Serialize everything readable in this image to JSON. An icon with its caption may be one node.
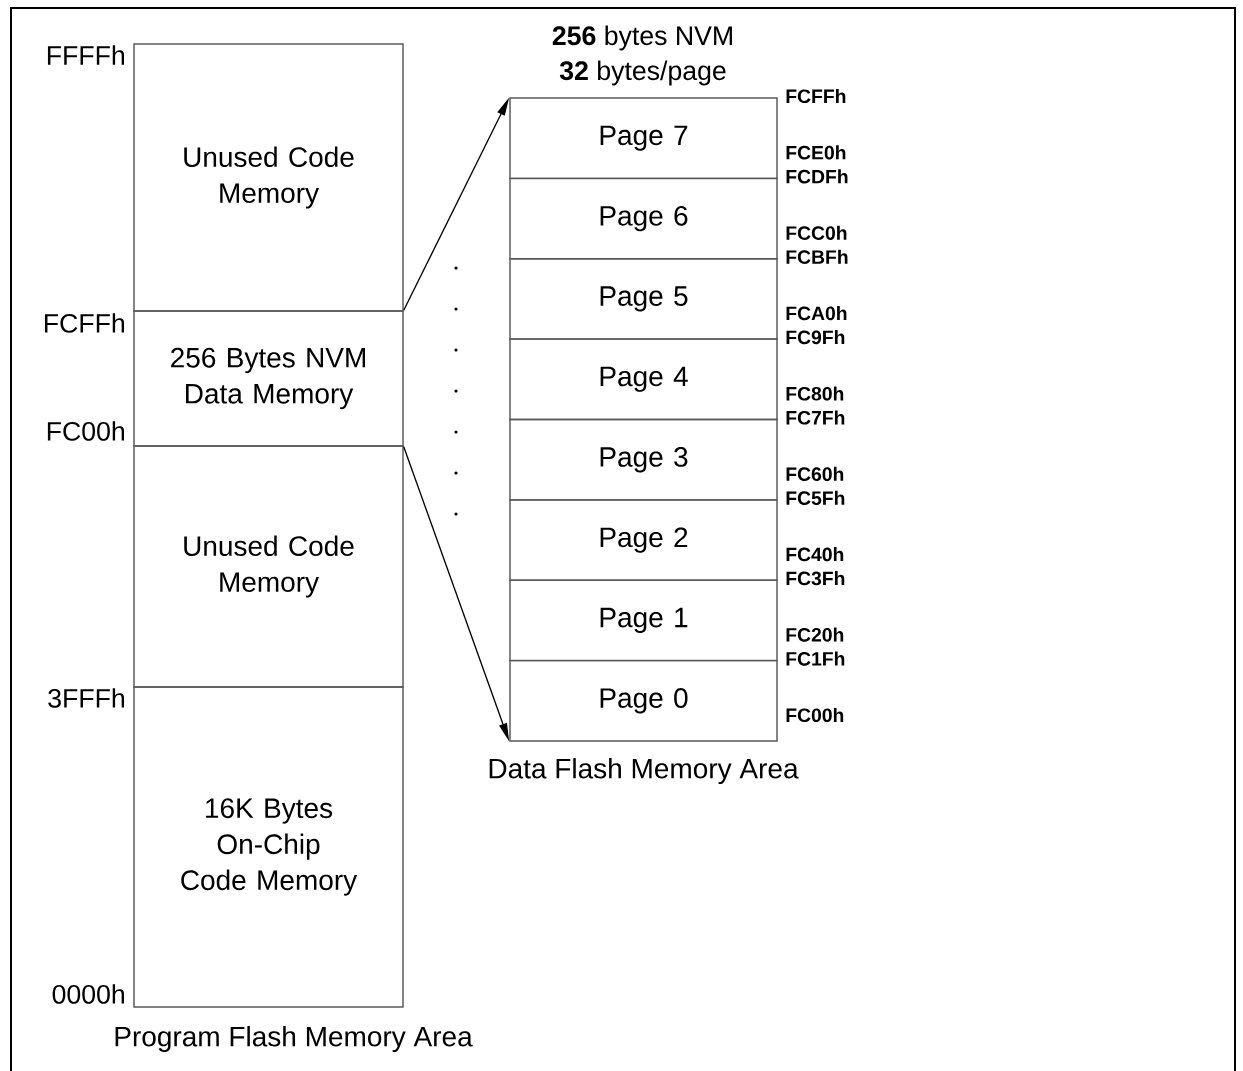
{
  "diagram": {
    "nodes": [
      {
        "text": [
          "Unused Code Memory"
        ]
      },
      {
        "text": [
          "256 Bytes NVM Data Memory"
        ]
      },
      {
        "text": [
          "Unused Code Memory"
        ]
      },
      {
        "text": [
          "16K Bytes On-Chip Code Memory"
        ]
      },
      {
        "text": [
          "Page 7"
        ]
      },
      {
        "text": [
          "Page 6"
        ]
      },
      {
        "text": [
          "Page 5"
        ]
      },
      {
        "text": [
          "Page 4"
        ]
      },
      {
        "text": [
          "Page 3"
        ]
      },
      {
        "text": [
          "Page 2"
        ]
      },
      {
        "text": [
          "Page 1"
        ]
      },
      {
        "text": [
          "Page 0"
        ]
      }
    ],
    "edges": [
      {
        "from": 1,
        "to": 4,
        "arrow": "to"
      },
      {
        "from": 1,
        "to": 11,
        "arrow": "to"
      }
    ],
    "labels": [
      "**256** bytes NVM",
      "**32** bytes/page",
      "FFFFh",
      "FCFFh",
      "FC00h",
      "3FFFh",
      "0000h",
      "FCFFh",
      "FCE0h",
      "FCDFh",
      "FCC0h",
      "FCBFh",
      "FCA0h",
      "FC9Fh",
      "FC80h",
      "FC7Fh",
      "FC60h",
      "FC5Fh",
      "FC40h",
      "FC3Fh",
      "FC20h",
      "FC1Fh",
      "FC00h",
      "Data Flash Memory Area",
      "Program Flash Memory Area"
    ]
  }
}
